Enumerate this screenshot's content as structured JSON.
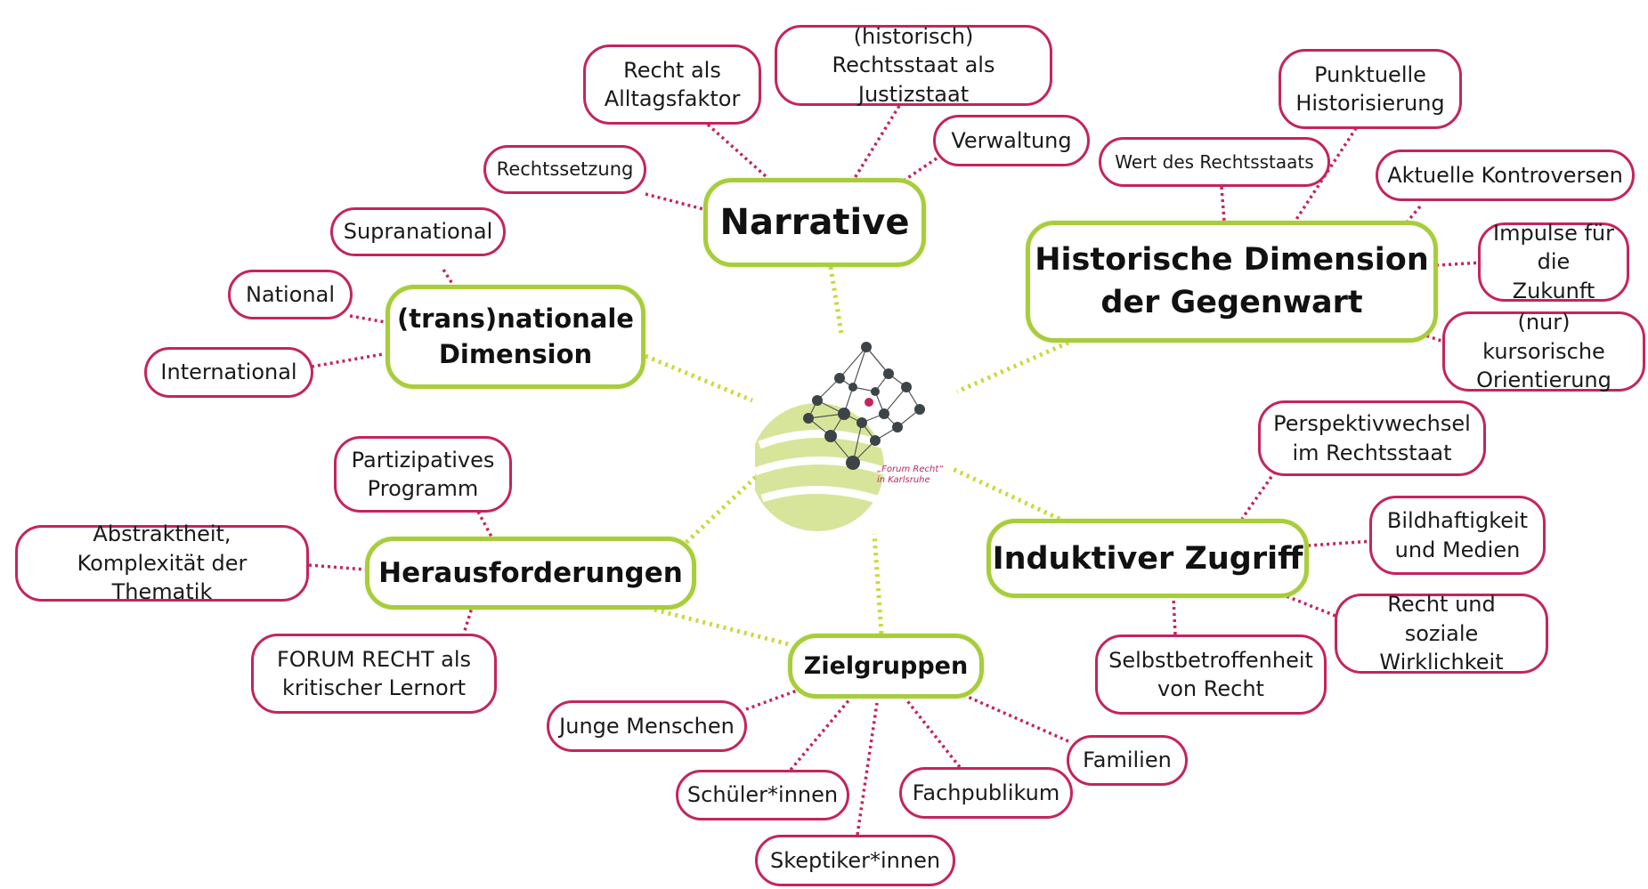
{
  "colors": {
    "main_border": "#a8cd3c",
    "leaf_border": "#c4245e",
    "main_link": "#c9d93a",
    "leaf_link": "#c4245e"
  },
  "center": {
    "caption_line1": "„Forum Recht“",
    "caption_line2": "in Karlsruhe"
  },
  "main": {
    "narrative": "Narrative",
    "transnational": "(trans)nationale Dimension",
    "historische": "Historische Dimension der Gegenwart",
    "herausforderungen": "Herausforderungen",
    "induktiver": "Induktiver Zugriff",
    "zielgruppen": "Zielgruppen"
  },
  "leaves": {
    "recht_alltag": "Recht als Alltagsfaktor",
    "rechtsstaat_justiz": "(historisch) Rechtsstaat als Justizstaat",
    "verwaltung": "Verwaltung",
    "rechtssetzung": "Rechtssetzung",
    "supranational": "Supranational",
    "national": "National",
    "international": "International",
    "wert_rechtsstaat": "Wert des Rechtsstaats",
    "punktuelle": "Punktuelle Historisierung",
    "aktuelle": "Aktuelle Kontroversen",
    "impulse": "Impulse für die Zukunft",
    "kursorische": "(nur) kursorische Orientierung",
    "partizipativ": "Partizipatives Programm",
    "abstraktheit": "Abstraktheit, Komplexität der Thematik",
    "forum_lernort": "FORUM RECHT als kritischer Lernort",
    "perspektiv": "Perspektivwechsel im Rechtsstaat",
    "bildhaftigkeit": "Bildhaftigkeit und Medien",
    "soziale": "Recht und soziale Wirklichkeit",
    "selbstbetroffen": "Selbstbetroffenheit von Recht",
    "junge": "Junge Menschen",
    "schueler": "Schüler*innen",
    "skeptiker": "Skeptiker*innen",
    "fachpublikum": "Fachpublikum",
    "familien": "Familien"
  }
}
